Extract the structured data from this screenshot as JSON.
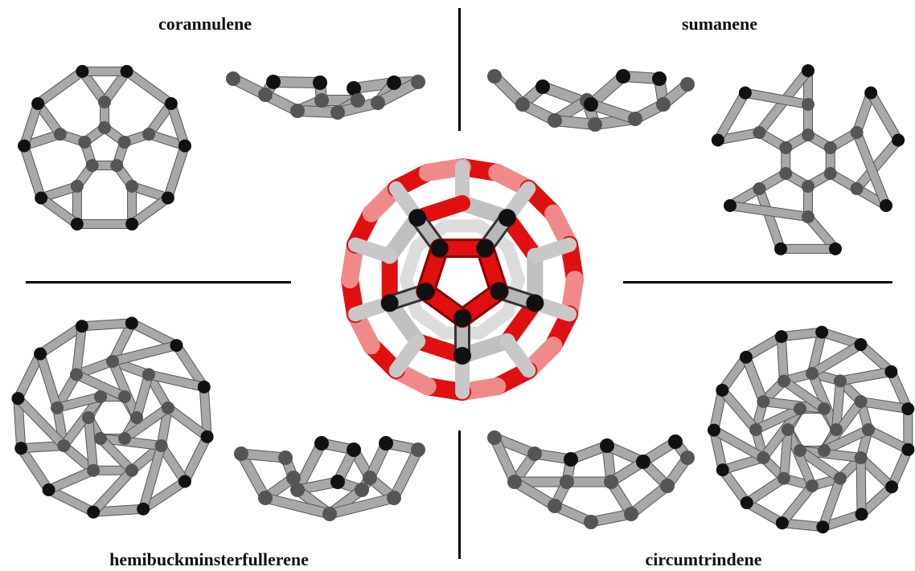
{
  "labels": {
    "corannulene": "corannulene",
    "sumanene": "sumanene",
    "hemibuckminsterfullerene": "hemibuckminsterfullerene",
    "circumtrindene": "circumtrindene"
  },
  "colors": {
    "atom_dark": "#111111",
    "atom_grey": "#555555",
    "bond_grey": "#a8a8a8",
    "bond_red": "#e01010",
    "divider": "#000000"
  }
}
